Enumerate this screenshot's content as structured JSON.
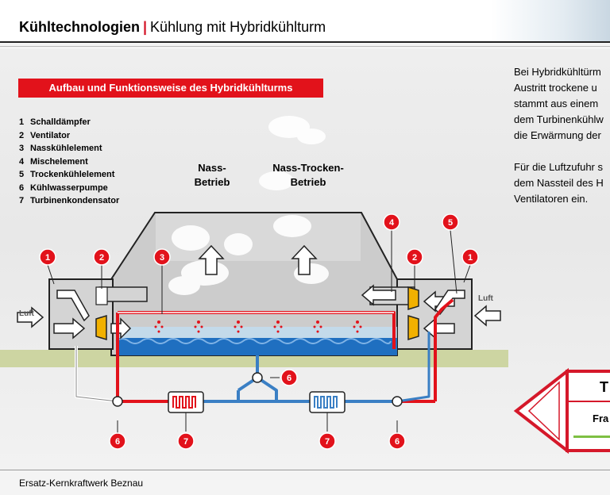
{
  "header": {
    "title_bold": "Kühltechnologien",
    "separator": "|",
    "title_rest": "Kühlung mit Hybridkühlturm"
  },
  "diagram": {
    "banner": "Aufbau und Funktionsweise des Hybridkühlturms",
    "legend": [
      {
        "num": "1",
        "text": "Schalldämpfer"
      },
      {
        "num": "2",
        "text": "Ventilator"
      },
      {
        "num": "3",
        "text": "Nasskühlelement"
      },
      {
        "num": "4",
        "text": "Mischelement"
      },
      {
        "num": "5",
        "text": "Trockenkühlelement"
      },
      {
        "num": "6",
        "text": "Kühlwasserpumpe"
      },
      {
        "num": "7",
        "text": "Turbinenkondensator"
      }
    ],
    "mode_wet_line1": "Nass-",
    "mode_wet_line2": "Betrieb",
    "mode_mixed_line1": "Nass-Trocken-",
    "mode_mixed_line2": "Betrieb",
    "air_left": "Luft",
    "air_right": "Luft"
  },
  "side_text": {
    "p1": [
      "Bei Hybridkühltürm",
      "Austritt trockene u",
      "stammt aus einem",
      "dem Turbinenkühlw",
      "die Erwärmung der"
    ],
    "p2": [
      "Für die Luftzufuhr s",
      "dem Nassteil des H",
      "Ventilatoren ein."
    ]
  },
  "nav": {
    "top": "T",
    "mid": "Fra"
  },
  "footer": "Ersatz-Kernkraftwerk Beznau",
  "colors": {
    "accent_red": "#e2121b",
    "hot_pipe": "#e2121b",
    "cold_pipe": "#3a7fc4",
    "water": "#1f6fc0",
    "ground": "#cdd5a2"
  }
}
